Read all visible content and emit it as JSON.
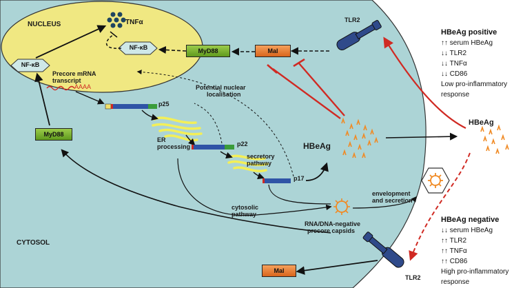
{
  "compartments": {
    "nucleus": "NUCLEUS",
    "cytosol": "CYTOSOL"
  },
  "molecules": {
    "tnf": "TNFα",
    "nfkb_nucleus": "NF-κB",
    "nfkb_left": "NF-κB",
    "myd88_top": "MyD88",
    "myd88_left": "MyD88",
    "mal_top": "Mal",
    "mal_bottom": "Mal",
    "tlr2_top": "TLR2",
    "tlr2_bottom": "TLR2",
    "hbeag_inner": "HBeAg",
    "hbeag_outer": "HBeAg"
  },
  "labels": {
    "precore_mrna_line1": "Precore mRNA",
    "precore_mrna_line2": "transcript",
    "aaaa": "AAAA",
    "p25": "p25",
    "p22": "p22",
    "p17": "p17",
    "er_line1": "ER",
    "er_line2": "processing",
    "secretory_line1": "secretory",
    "secretory_line2": "pathway",
    "potential_line1": "Potential nuclear",
    "potential_line2": "localisation",
    "cytosolic_line1": "cytosolic",
    "cytosolic_line2": "pathway",
    "capsids_line1": "RNA/DNA-negative",
    "capsids_line2": "precore capsids",
    "envelopment_line1": "envelopment",
    "envelopment_line2": "and secretion"
  },
  "positive_panel": {
    "title": "HBeAg positive",
    "rows": [
      {
        "arrows": "↑↑",
        "text": "serum HBeAg"
      },
      {
        "arrows": "↓↓",
        "text": "TLR2"
      },
      {
        "arrows": "↓↓",
        "text": "TNFα"
      },
      {
        "arrows": "↓↓",
        "text": "CD86"
      }
    ],
    "summary_line1": "Low pro-inflammatory",
    "summary_line2": "response"
  },
  "negative_panel": {
    "title": "HBeAg negative",
    "rows": [
      {
        "arrows": "↓↓",
        "text": "serum HBeAg"
      },
      {
        "arrows": "↑↑",
        "text": "TLR2"
      },
      {
        "arrows": "↑↑",
        "text": "TNFα"
      },
      {
        "arrows": "↑↑",
        "text": "CD86"
      }
    ],
    "summary_line1": "High pro-inflammatory",
    "summary_line2": "response"
  },
  "colors": {
    "cell": "#acd4d6",
    "nucleus": "#f0e882",
    "inhibition": "#d02a23",
    "hbeag": "#f08a24",
    "tlr2": "#2f4a8a",
    "protein": "#2f54a6"
  }
}
